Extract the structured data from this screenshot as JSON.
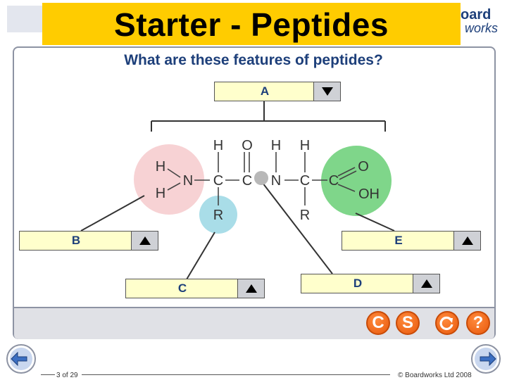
{
  "slide": {
    "title": "Starter - Peptides",
    "logo_line1": "oard",
    "logo_line2": "works",
    "question": "What are these features of peptides?"
  },
  "labels": {
    "a": "A",
    "b": "B",
    "c": "C",
    "d": "D",
    "e": "E"
  },
  "molecule": {
    "atoms": {
      "h_top_1": "H",
      "o_top": "O",
      "h_top_2": "H",
      "h_top_3": "H",
      "h_left_1": "H",
      "h_left_2": "H",
      "n1": "N",
      "c1": "C",
      "c2": "C",
      "n2": "N",
      "c3": "C",
      "c4": "C",
      "o_right": "O",
      "oh_right": "OH",
      "r1": "R",
      "r2": "R"
    },
    "colors": {
      "amine_group": "#f7d2d4",
      "r_group": "#a9dde8",
      "carboxyl_group": "#7fd68a",
      "peptide_bond": "#b8b8b8"
    }
  },
  "toolbar": {
    "check_label": "C",
    "solution_label": "S",
    "reset_icon": "redo-icon",
    "help_label": "?"
  },
  "footer": {
    "page": "3 of 29",
    "copyright": "© Boardworks Ltd 2008"
  },
  "nav": {
    "prev_icon": "arrow-left-icon",
    "next_icon": "arrow-right-icon"
  }
}
